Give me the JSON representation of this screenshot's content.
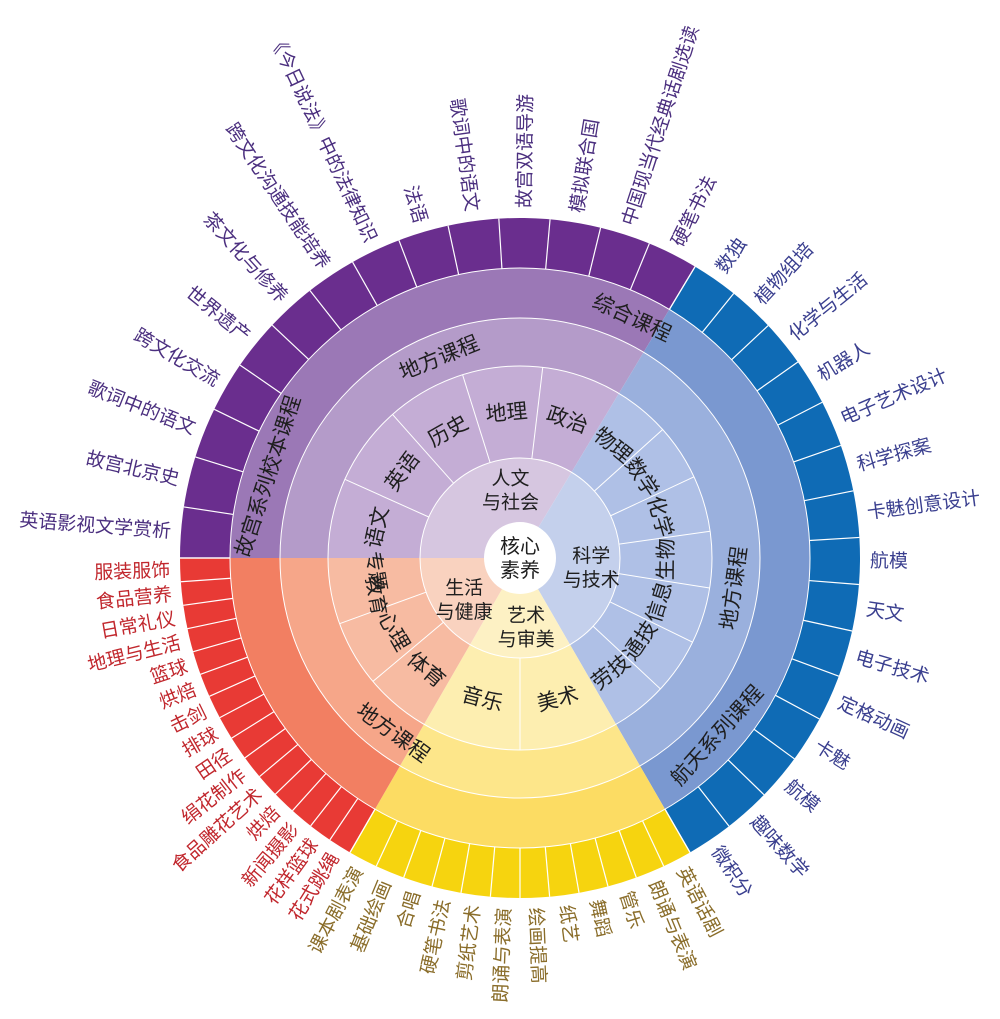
{
  "center": {
    "line1": "核心",
    "line2": "素养"
  },
  "domains": [
    {
      "key": "humanities",
      "line1": "人文",
      "line2": "与社会",
      "colors": {
        "core": "#d6c6e0",
        "subj": "#c4add5",
        "band": "#b49bc9",
        "ring": "#9b78b6",
        "outer": "#6a2e8e",
        "text": "#4b2f7f"
      },
      "subjects": [
        "语文",
        "英语",
        "历史",
        "地理",
        "政治"
      ],
      "band_labels": [
        "地方课程"
      ],
      "ring_labels": [
        "故宫系列校本课程",
        "综合课程"
      ],
      "courses": [
        "英语影视文学赏析",
        "故宫北京史",
        "歌词中的语文",
        "跨文化交流",
        "世界遗产",
        "茶文化与修养",
        "跨文化沟通技能培养",
        "《今日说法》中的法律知识",
        "法语",
        "歌词中的语文",
        "故宫双语导游",
        "模拟联合国",
        "中国现当代经典话剧选读",
        "硬笔书法"
      ]
    },
    {
      "key": "science",
      "line1": "科学",
      "line2": "与技术",
      "colors": {
        "core": "#c4d0ec",
        "subj": "#afc0e6",
        "band": "#9ab0dd",
        "ring": "#7a98d0",
        "outer": "#0f6bb5",
        "text": "#3a3f8f"
      },
      "subjects": [
        "物理",
        "数学",
        "化学",
        "生物",
        "信息",
        "通技",
        "劳技"
      ],
      "band_labels": [
        "地方课程"
      ],
      "ring_labels": [
        "航天系列课程"
      ],
      "courses": [
        "数独",
        "植物组培",
        "化学与生活",
        "机器人",
        "电子艺术设计",
        "科学探案",
        "卡魅创意设计",
        "航模",
        "天文",
        "电子技术",
        "定格动画",
        "卡魅",
        "航模",
        "趣味数学",
        "微积分"
      ]
    },
    {
      "key": "arts",
      "line1": "艺术",
      "line2": "与审美",
      "colors": {
        "core": "#fdf1c4",
        "subj": "#fdeeb0",
        "band": "#fde68a",
        "ring": "#fcdc63",
        "outer": "#f6d40f",
        "text": "#8a6d2a"
      },
      "subjects": [
        "美术",
        "音乐"
      ],
      "band_labels": [],
      "ring_labels": [],
      "courses": [
        "英语话剧",
        "朗诵与表演",
        "管乐",
        "舞蹈",
        "纸艺",
        "绘画提高",
        "朗诵与表演",
        "剪纸艺术",
        "硬笔书法",
        "合唱",
        "基础绘画",
        "课本剧表演"
      ]
    },
    {
      "key": "health",
      "line1": "生活",
      "line2": "与健康",
      "colors": {
        "core": "#f9d2bf",
        "subj": "#f7bba2",
        "band": "#f6a689",
        "ring": "#f27f62",
        "outer": "#e83a35",
        "text": "#c1272d"
      },
      "subjects": [
        "体育",
        "心理",
        "专题教育"
      ],
      "band_labels": [
        "地方课程"
      ],
      "ring_labels": [],
      "courses": [
        "花式跳绳",
        "花样篮球",
        "新闻摄影",
        "烘焙",
        "食品雕花艺术",
        "绢花制作",
        "田径",
        "排球",
        "击剑",
        "烘焙",
        "篮球",
        "地理与生活",
        "日常礼仪",
        "食品营养",
        "服装服饰"
      ]
    }
  ]
}
